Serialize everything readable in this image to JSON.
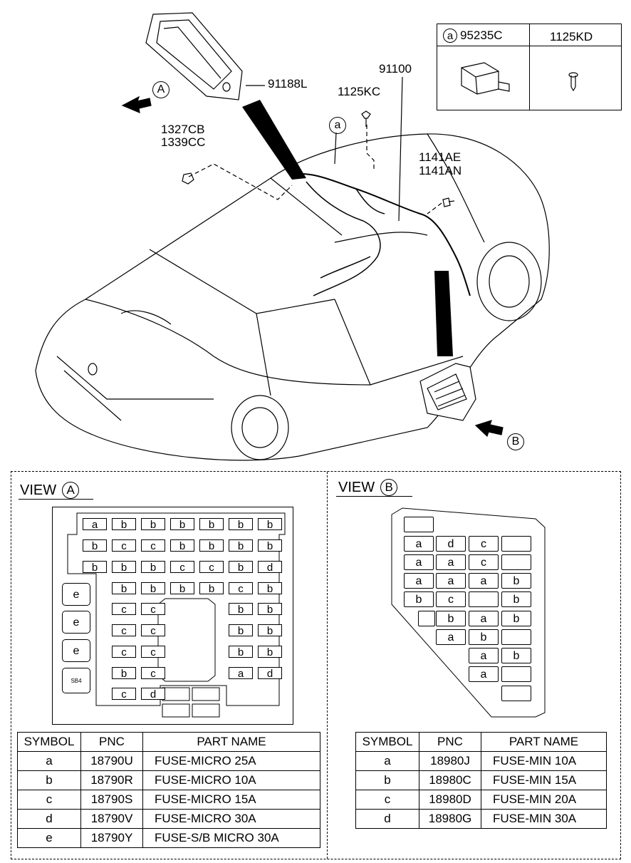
{
  "callouts": {
    "p91188L": "91188L",
    "p91100": "91100",
    "p1125KC": "1125KC",
    "p1327CB": "1327CB",
    "p1339CC": "1339CC",
    "p1141AE": "1141AE",
    "p1141AN": "1141AN",
    "view_a_marker": "A",
    "view_b_marker": "B",
    "ref_a": "a"
  },
  "inset": {
    "left_symbol": "a",
    "left_part": "95235C",
    "right_part": "1125KD"
  },
  "view_a": {
    "title": "VIEW",
    "marker": "A",
    "rows": [
      [
        "a",
        "b",
        "b",
        "b",
        "b",
        "b",
        "b"
      ],
      [
        "b",
        "c",
        "c",
        "b",
        "b",
        "b",
        "b"
      ],
      [
        "b",
        "b",
        "b",
        "c",
        "c",
        "b",
        "d"
      ],
      [
        "b",
        "b",
        "b",
        "b",
        "c",
        "b"
      ],
      [
        "c",
        "c",
        "b",
        "b"
      ],
      [
        "c",
        "c",
        "b",
        "b"
      ],
      [
        "c",
        "c",
        "b",
        "b"
      ],
      [
        "b",
        "c",
        "a",
        "d"
      ],
      [
        "c",
        "d"
      ]
    ],
    "big_fuses": [
      "e",
      "e",
      "e"
    ],
    "sb_label": "SB4",
    "table": {
      "headers": [
        "SYMBOL",
        "PNC",
        "PART NAME"
      ],
      "rows": [
        [
          "a",
          "18790U",
          "FUSE-MICRO 25A"
        ],
        [
          "b",
          "18790R",
          "FUSE-MICRO 10A"
        ],
        [
          "c",
          "18790S",
          "FUSE-MICRO 15A"
        ],
        [
          "d",
          "18790V",
          "FUSE-MICRO 30A"
        ],
        [
          "e",
          "18790Y",
          "FUSE-S/B MICRO 30A"
        ]
      ]
    }
  },
  "view_b": {
    "title": "VIEW",
    "marker": "B",
    "grid": [
      [
        "",
        "",
        "",
        ""
      ],
      [
        "a",
        "d",
        "c",
        ""
      ],
      [
        "a",
        "a",
        "c",
        ""
      ],
      [
        "a",
        "a",
        "a",
        "b"
      ],
      [
        "b",
        "c",
        "",
        "b"
      ],
      [
        "",
        "b",
        "a",
        "b"
      ],
      [
        "",
        "a",
        "b",
        ""
      ],
      [
        "",
        "",
        "a",
        "b"
      ],
      [
        "",
        "",
        "a",
        ""
      ],
      [
        "",
        "",
        "",
        ""
      ]
    ],
    "table": {
      "headers": [
        "SYMBOL",
        "PNC",
        "PART NAME"
      ],
      "rows": [
        [
          "a",
          "18980J",
          "FUSE-MIN 10A"
        ],
        [
          "b",
          "18980C",
          "FUSE-MIN 15A"
        ],
        [
          "c",
          "18980D",
          "FUSE-MIN 20A"
        ],
        [
          "d",
          "18980G",
          "FUSE-MIN 30A"
        ]
      ]
    }
  }
}
